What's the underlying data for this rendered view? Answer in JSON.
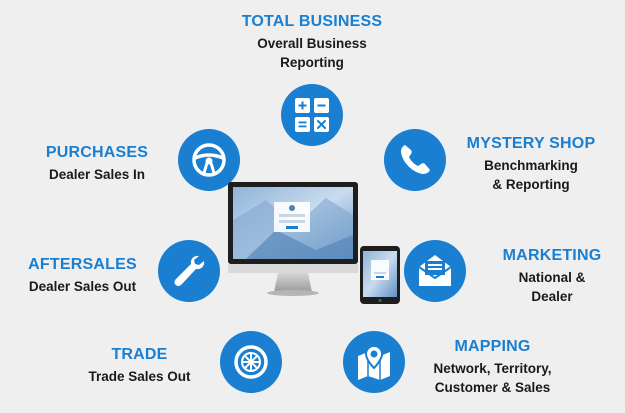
{
  "segments": {
    "total_business": {
      "title": "TOTAL BUSINESS",
      "sub1": "Overall Business",
      "sub2": "Reporting",
      "icon": "calculator-icon"
    },
    "purchases": {
      "title": "PURCHASES",
      "sub1": "Dealer Sales In",
      "icon": "steering-wheel-icon"
    },
    "mystery_shop": {
      "title": "MYSTERY SHOP",
      "sub1": "Benchmarking",
      "sub2": "& Reporting",
      "icon": "phone-icon"
    },
    "aftersales": {
      "title": "AFTERSALES",
      "sub1": "Dealer Sales Out",
      "icon": "wrench-icon"
    },
    "marketing": {
      "title": "MARKETING",
      "sub1": "National &",
      "sub2": "Dealer",
      "icon": "envelope-icon"
    },
    "trade": {
      "title": "TRADE",
      "sub1": "Trade Sales Out",
      "icon": "wheel-icon"
    },
    "mapping": {
      "title": "MAPPING",
      "sub1": "Network, Territory,",
      "sub2": "Customer & Sales",
      "icon": "map-pin-icon"
    }
  },
  "colors": {
    "accent": "#1a7fd0",
    "text": "#1a1a1a",
    "background": "#efefef"
  }
}
